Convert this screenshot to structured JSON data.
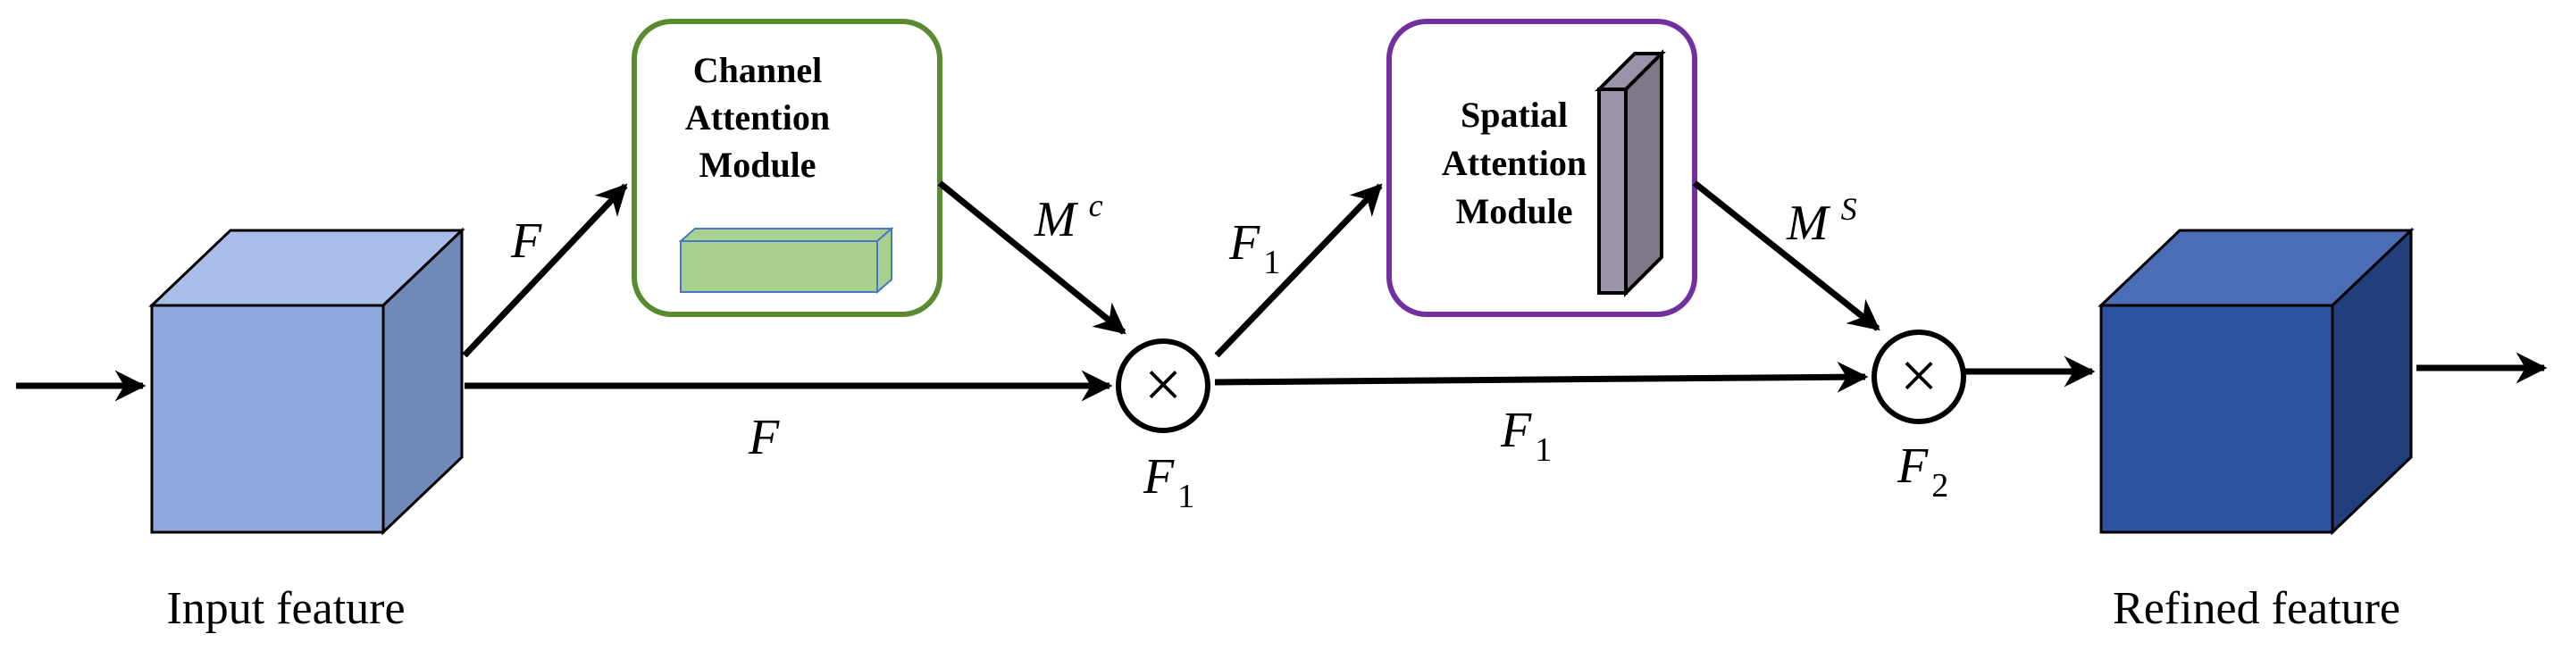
{
  "colors": {
    "input_cube_front": "#8fa9dc",
    "input_cube_top": "#a8bde8",
    "input_cube_side": "#7089b9",
    "refined_cube_front": "#2c52a0",
    "refined_cube_top": "#4a6db5",
    "refined_cube_side": "#213f7d",
    "channel_border": "#5a8a32",
    "spatial_border": "#7030a0",
    "channel_bar": "#a9d18e",
    "channel_bar_edge": "#4a75c8",
    "spatial_bar": "#9a93aa",
    "arrow": "#000000"
  },
  "labels": {
    "input_feature": "Input feature",
    "refined_feature": "Refined feature",
    "channel_module": [
      "Channel",
      "Attention",
      "Module"
    ],
    "spatial_module": [
      "Spatial",
      "Attention",
      "Module"
    ],
    "F_upper": "F",
    "F_lower": "F",
    "Mc_base": "M",
    "Mc_sup": "c",
    "Ms_base": "M",
    "Ms_sup": "S",
    "F1_upper_base": "F",
    "F1_upper_sub": "1",
    "F1_mid_base": "F",
    "F1_mid_sub": "1",
    "F1_node_base": "F",
    "F1_node_sub": "1",
    "F2_node_base": "F",
    "F2_node_sub": "2",
    "multiply_symbol": "×"
  }
}
